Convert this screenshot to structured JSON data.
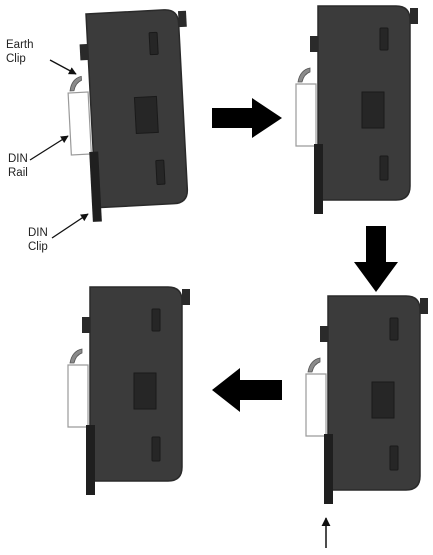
{
  "labels": {
    "earth_clip": [
      "Earth",
      "Clip"
    ],
    "din_rail": [
      "DIN",
      "Rail"
    ],
    "din_clip": [
      "DIN",
      "Clip"
    ]
  },
  "colors": {
    "housing": "#3b3b3b",
    "housing_edge": "#2a2a2a",
    "rail": "#ffffff",
    "rail_stroke": "#9a9a9a",
    "clip": "#1f1f1f",
    "arrow": "#000000",
    "window": "#262626"
  },
  "steps": [
    {
      "id": "step-1",
      "description_icon": "module-tilted-hooked-on-rail"
    },
    {
      "id": "step-2",
      "description_icon": "module-upright-on-rail"
    },
    {
      "id": "step-3",
      "description_icon": "module-pushed-up-clip"
    },
    {
      "id": "step-4",
      "description_icon": "module-mounted-on-rail"
    }
  ]
}
